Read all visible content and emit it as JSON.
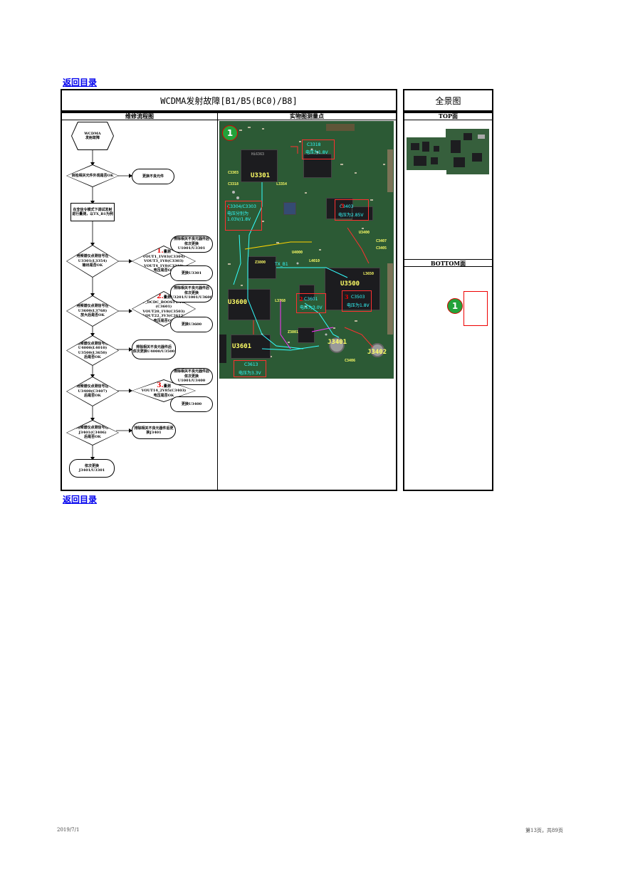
{
  "nav": {
    "back_link": "返回目录"
  },
  "header": {
    "title": "WCDMA发射故障[B1/B5(BC0)/B8]",
    "overview_title": "全景图",
    "col_flow": "维修流程图",
    "col_photo": "实物图测量点",
    "col_top": "TOP面",
    "col_bottom": "BOTTOM面"
  },
  "flow": {
    "start": "WCDMA\n发射故障",
    "q1": "目检相关元件外观是否OK",
    "a1": "更换不良元件",
    "step2": "在非信令模式下调试发射\n进行量测，以TX_B1为例",
    "q2": "用频谱仪点测信号在\nU3301(L3354)\n输出是否OK",
    "q2b_num": "1.",
    "q2b_title": "量测",
    "q2b_text": "VOUT1_1V03(C3304)\nVOUT3_1V8(C3303)\nVOUT4_1V8(C3318)\n电压是否OK",
    "q2b_yes": "排除相关不良元器件后\n依次更换U1001/U3301",
    "q2b_no": "更换U3301",
    "q3": "用频谱仪点测信号在\nU3600(L3768)\n放大后是否OK",
    "q3b_num": "2.",
    "q3b_title": "量测",
    "q3b_text": "RF_DCDC_BOOST1/TOR\n(C3601)\nVOUT20_1V8(C3503)\nVOUT22_3V3(C2613)\n电压是否OK",
    "q3b_yes": "排除相关不良元器件后\n依次更换\nU3201/U1001/U3600",
    "q3b_no": "更换U3600",
    "q4": "用频谱仪点测信号在\nU4000(L4010)\nU3500(L3650)\n后是否OK",
    "a4": "排除相关不良元器件后\n依次更换U4000/U3500",
    "q5": "用频谱仪点测信号在\nU3400(C3407)\n后是否OK",
    "q5b_num": "3.",
    "q5b_title": "量测",
    "q5b_text": "VOUT14_2V85(C3403)\n电压是否OK",
    "q5b_yes": "排除相关不良元器件后\n依次更换U1001/U3400",
    "q5b_no": "更换U3400",
    "q6": "用频谱仪点测信号在\nJ3401(C3406)\n后是否OK",
    "a6": "排除相关不良元器件后更\n换J3401",
    "end": "依次更换\nJ3401/U3301"
  },
  "photo": {
    "badge": "1",
    "u3301": "U3301",
    "chip_text": "Hi6363",
    "u4000": "U4000",
    "u3500": "U3500",
    "u3600": "U3600",
    "u3601": "U3601",
    "z3800": "Z3800",
    "z3801": "Z3801",
    "j3401": "J3401",
    "j3402": "J3402",
    "c3303": "C3303",
    "c3318": "C3318",
    "l3354": "L3354",
    "l4010": "L4010",
    "l3650": "L3650",
    "l3768": "L3768",
    "u3400": "U3400",
    "c3407": "C3407",
    "c3406": "C3406",
    "c3405": "C3405",
    "txb1": "TX_B1",
    "a_c3304": "C3304/C3303",
    "a_c3304_v": "电压分别为\n1.03V/1.8V",
    "a_c3318": "C3318",
    "a_c3318_v": "电压为1.8V",
    "a_c3403": "C3403",
    "a_c3403_v": "电压为2.85V",
    "a_c3601": "C3601",
    "a_c3601_v": "电压为3.0V",
    "a_c3503": "C3503",
    "a_c3503_v": "电压为1.8V",
    "a_c3613": "C3613",
    "a_c3613_v": "电压为3.3V",
    "n2": "2",
    "n3": "3",
    "n1": "1",
    "n3b": "3"
  },
  "bottom_badge": "1",
  "footer": {
    "date": "2019/7/1",
    "page": "第13页，共89页"
  },
  "colors": {
    "board": "#2c5a35",
    "link": "#0000ee",
    "badge": "#23a23a",
    "annot_red": "#ff3030",
    "annot_cyan": "#33ffff"
  }
}
